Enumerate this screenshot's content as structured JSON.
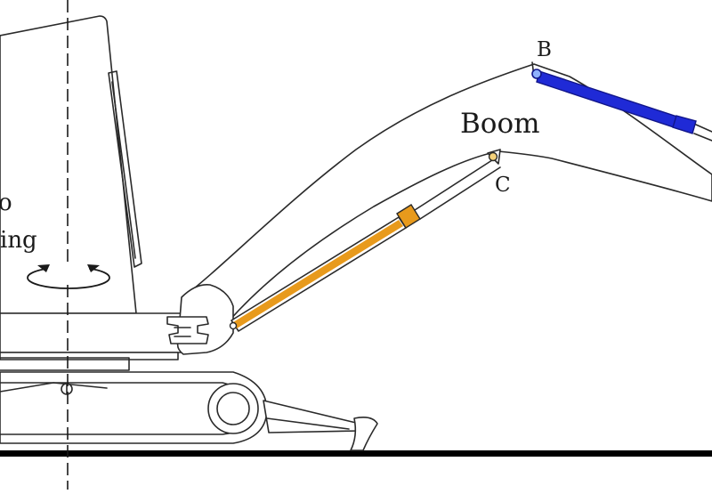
{
  "labels": {
    "boom": "Boom",
    "point_b": "B",
    "point_c": "C",
    "partial_word_1": "o",
    "partial_word_2": "ing"
  },
  "colors": {
    "outline": "#2a2a2a",
    "boom_cylinder": "#e89a1c",
    "arm_cylinder": "#1f2ad6",
    "ground": "#000000",
    "background": "#ffffff"
  },
  "icons": {
    "swing_rotation": "rotation-arrow-icon"
  }
}
